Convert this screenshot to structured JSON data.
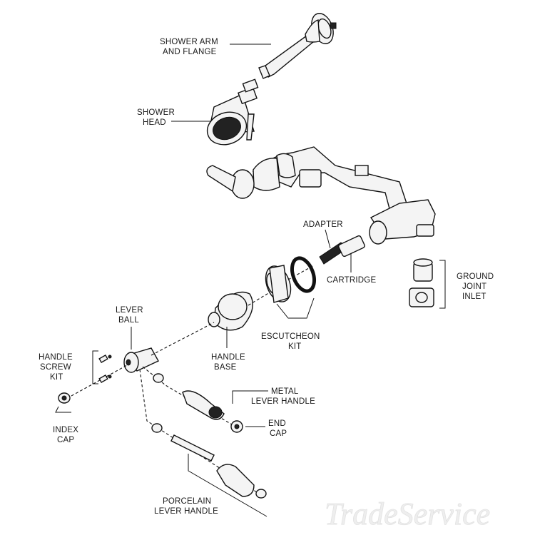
{
  "labels": {
    "shower_arm_line1": "SHOWER ARM",
    "shower_arm_line2": "AND FLANGE",
    "shower_head_line1": "SHOWER",
    "shower_head_line2": "HEAD",
    "adapter": "ADAPTER",
    "cartridge": "CARTRIDGE",
    "ground_joint_line1": "GROUND",
    "ground_joint_line2": "JOINT",
    "ground_joint_line3": "INLET",
    "lever_ball_line1": "LEVER",
    "lever_ball_line2": "BALL",
    "escutcheon_line1": "ESCUTCHEON",
    "escutcheon_line2": "KIT",
    "handle_screw_line1": "HANDLE",
    "handle_screw_line2": "SCREW",
    "handle_screw_line3": "KIT",
    "handle_base_line1": "HANDLE",
    "handle_base_line2": "BASE",
    "metal_lever_line1": "METAL",
    "metal_lever_line2": "LEVER HANDLE",
    "end_cap_line1": "END",
    "end_cap_line2": "CAP",
    "index_cap_line1": "INDEX",
    "index_cap_line2": "CAP",
    "porcelain_line1": "PORCELAIN",
    "porcelain_line2": "LEVER HANDLE"
  },
  "watermark": "TradeService",
  "colors": {
    "ink": "#111111",
    "part_fill": "#f4f4f4",
    "watermark": "#e6e6e6"
  }
}
